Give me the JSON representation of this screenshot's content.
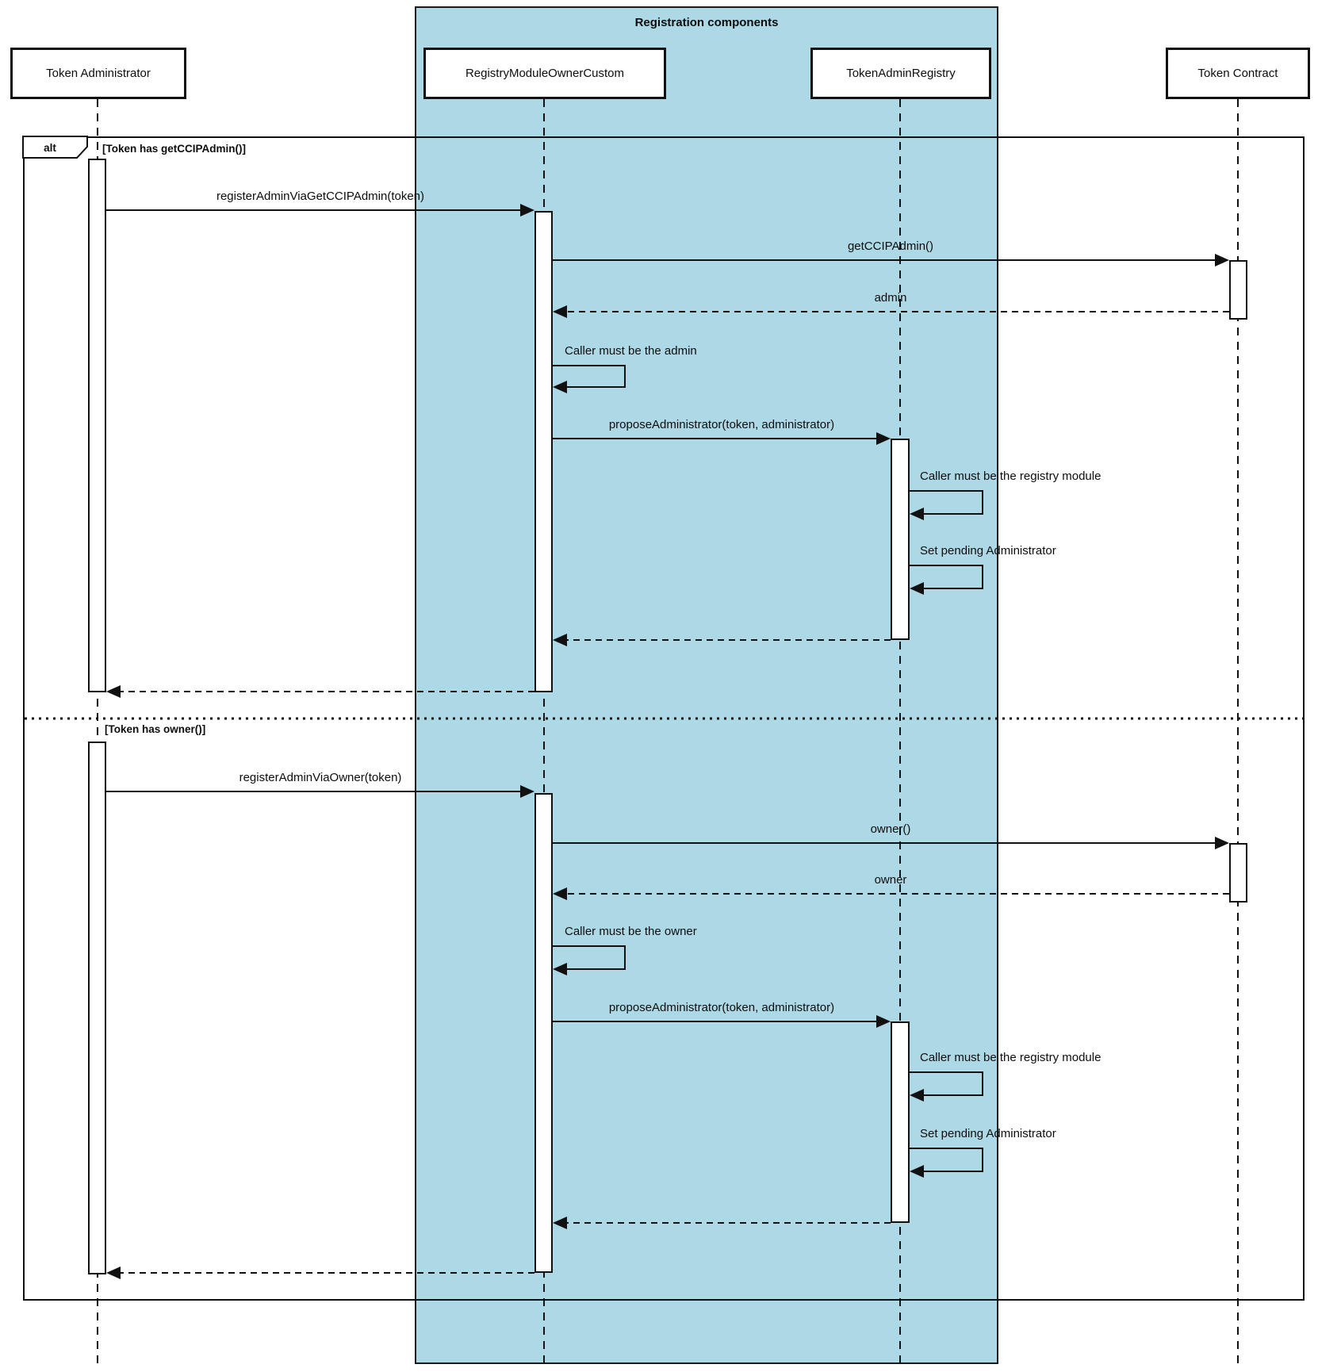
{
  "diagram": {
    "type": "uml-sequence",
    "title": "Registration components",
    "colors": {
      "container_fill": "#ADD8E6",
      "line": "#111111",
      "background": "#ffffff"
    },
    "participants": [
      {
        "name": "Token Administrator",
        "inside_container": false
      },
      {
        "name": "RegistryModuleOwnerCustom",
        "inside_container": true
      },
      {
        "name": "TokenAdminRegistry",
        "inside_container": true
      },
      {
        "name": "Token Contract",
        "inside_container": false
      }
    ],
    "frame": {
      "operator": "alt",
      "guard1": "[Token has getCCIPAdmin()]",
      "guard2": "[Token has owner()]"
    },
    "messages": [
      {
        "label": "registerAdminViaGetCCIPAdmin(token)",
        "from": "Token Administrator",
        "to": "RegistryModuleOwnerCustom",
        "kind": "sync"
      },
      {
        "label": "getCCIPAdmin()",
        "from": "RegistryModuleOwnerCustom",
        "to": "Token Contract",
        "kind": "sync"
      },
      {
        "label": "admin",
        "from": "Token Contract",
        "to": "RegistryModuleOwnerCustom",
        "kind": "return"
      },
      {
        "label": "Caller must be the admin",
        "from": "RegistryModuleOwnerCustom",
        "to": "RegistryModuleOwnerCustom",
        "kind": "self"
      },
      {
        "label": "proposeAdministrator(token, administrator)",
        "from": "RegistryModuleOwnerCustom",
        "to": "TokenAdminRegistry",
        "kind": "sync"
      },
      {
        "label": "Caller must be the registry module",
        "from": "TokenAdminRegistry",
        "to": "TokenAdminRegistry",
        "kind": "self"
      },
      {
        "label": "Set pending Administrator",
        "from": "TokenAdminRegistry",
        "to": "TokenAdminRegistry",
        "kind": "self"
      },
      {
        "label": "",
        "from": "TokenAdminRegistry",
        "to": "RegistryModuleOwnerCustom",
        "kind": "return"
      },
      {
        "label": "",
        "from": "RegistryModuleOwnerCustom",
        "to": "Token Administrator",
        "kind": "return"
      },
      {
        "label": "registerAdminViaOwner(token)",
        "from": "Token Administrator",
        "to": "RegistryModuleOwnerCustom",
        "kind": "sync"
      },
      {
        "label": "owner()",
        "from": "RegistryModuleOwnerCustom",
        "to": "Token Contract",
        "kind": "sync"
      },
      {
        "label": "owner",
        "from": "Token Contract",
        "to": "RegistryModuleOwnerCustom",
        "kind": "return"
      },
      {
        "label": "Caller must be the owner",
        "from": "RegistryModuleOwnerCustom",
        "to": "RegistryModuleOwnerCustom",
        "kind": "self"
      },
      {
        "label": "proposeAdministrator(token, administrator)",
        "from": "RegistryModuleOwnerCustom",
        "to": "TokenAdminRegistry",
        "kind": "sync"
      },
      {
        "label": "Caller must be the registry module",
        "from": "TokenAdminRegistry",
        "to": "TokenAdminRegistry",
        "kind": "self"
      },
      {
        "label": "Set pending Administrator",
        "from": "TokenAdminRegistry",
        "to": "TokenAdminRegistry",
        "kind": "self"
      },
      {
        "label": "",
        "from": "TokenAdminRegistry",
        "to": "RegistryModuleOwnerCustom",
        "kind": "return"
      },
      {
        "label": "",
        "from": "RegistryModuleOwnerCustom",
        "to": "Token Administrator",
        "kind": "return"
      }
    ]
  }
}
